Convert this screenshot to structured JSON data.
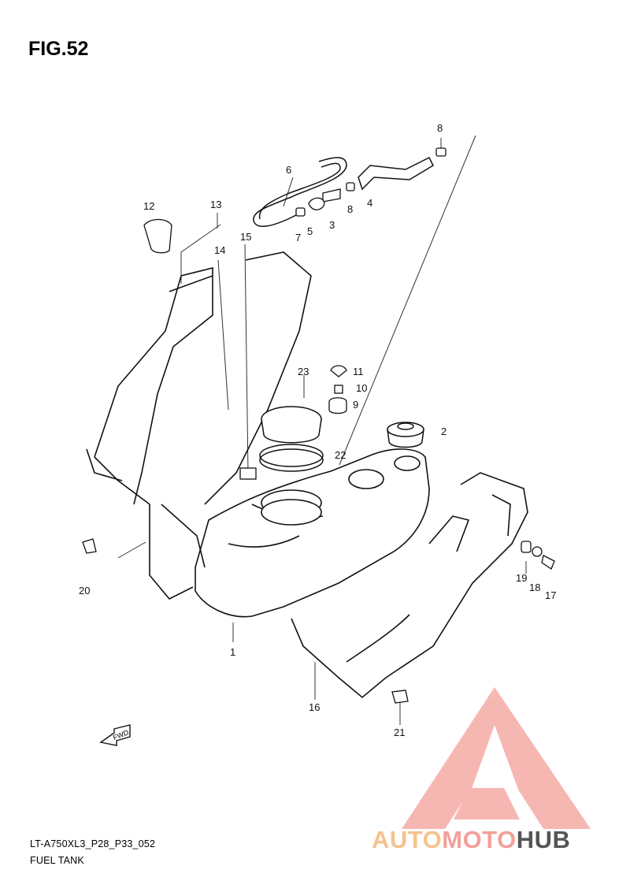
{
  "figure": {
    "title": "FIG.52",
    "model_code": "LT-A750XL3_P28_P33_052",
    "name": "FUEL TANK"
  },
  "direction_arrow_label": "FWD",
  "callouts": [
    "1",
    "2",
    "3",
    "4",
    "5",
    "6",
    "7",
    "8",
    "8",
    "9",
    "10",
    "11",
    "12",
    "13",
    "14",
    "15",
    "16",
    "17",
    "18",
    "19",
    "20",
    "21",
    "22",
    "23"
  ],
  "watermark": {
    "brand_part1": "AUTO",
    "brand_part2": "MOTO",
    "brand_part3": "HUB",
    "color_red": "#f4a09a",
    "color_orange": "#f6c28e",
    "color_gray": "#555555"
  }
}
